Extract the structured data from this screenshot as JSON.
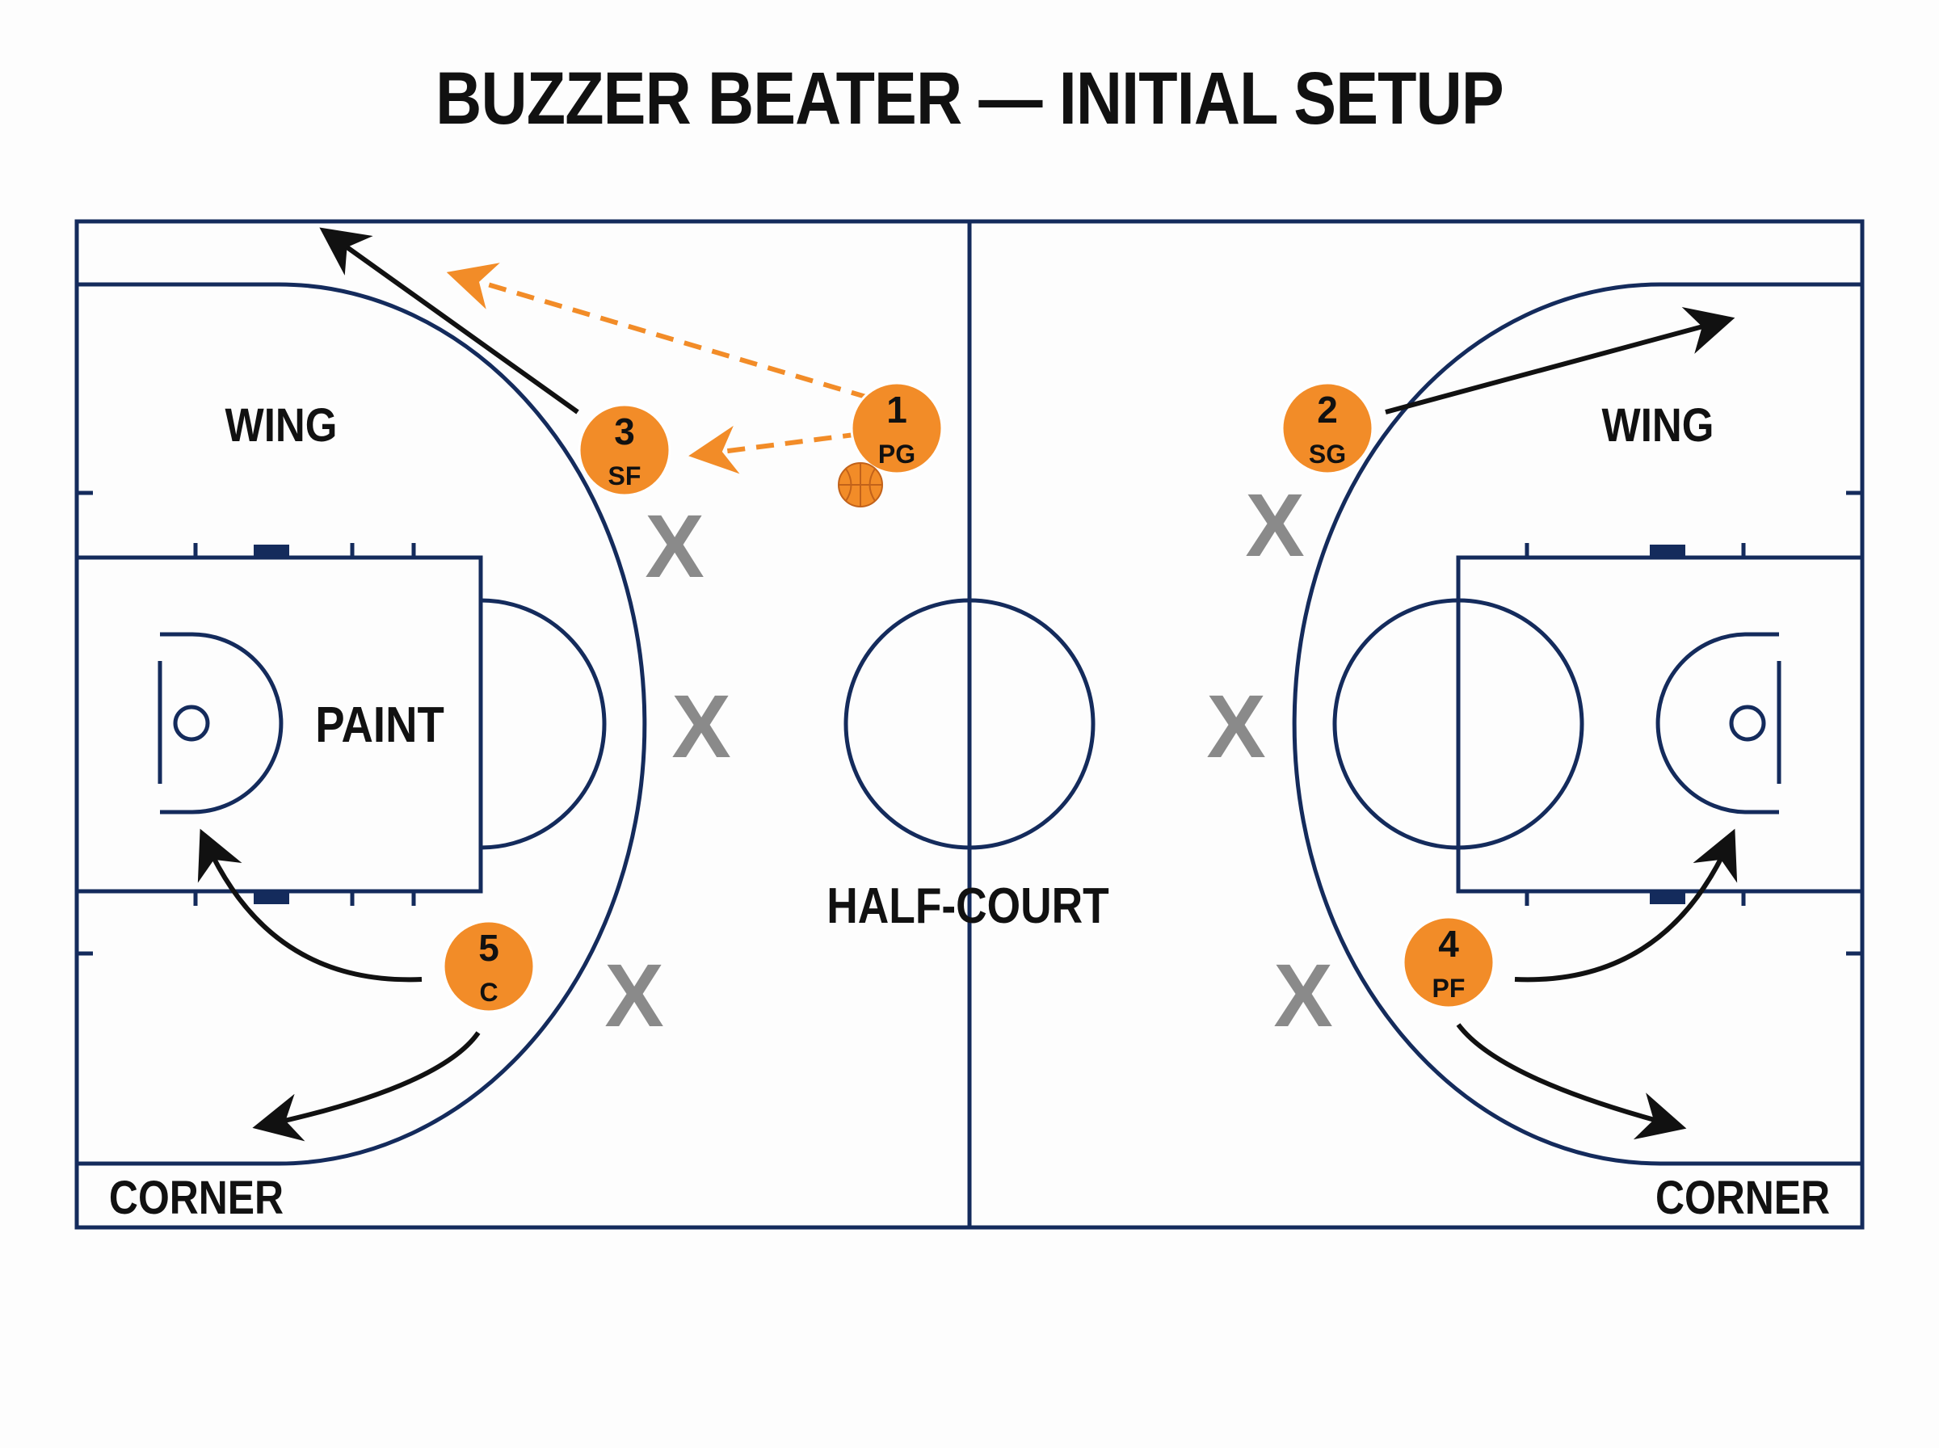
{
  "title": "BUZZER BEATER — INITIAL SETUP",
  "colors": {
    "court_line": "#142b5c",
    "player_fill": "#f28c28",
    "pass_arrow": "#f28c28",
    "cut_arrow": "#111111",
    "defender": "#8a8a8a",
    "background": "#fdfdfd"
  },
  "labels": {
    "wing_left": "WING",
    "wing_right": "WING",
    "paint": "PAINT",
    "half_court": "HALF-COURT",
    "corner_left": "CORNER",
    "corner_right": "CORNER"
  },
  "players": [
    {
      "number": "1",
      "position": "PG",
      "has_ball": true
    },
    {
      "number": "2",
      "position": "SG",
      "has_ball": false
    },
    {
      "number": "3",
      "position": "SF",
      "has_ball": false
    },
    {
      "number": "4",
      "position": "PF",
      "has_ball": false
    },
    {
      "number": "5",
      "position": "C",
      "has_ball": false
    }
  ],
  "defenders": [
    "X",
    "X",
    "X",
    "X",
    "X",
    "X"
  ],
  "icons": {
    "ball": "basketball-icon",
    "pass": "dashed-arrow-icon",
    "cut": "solid-arrow-icon"
  }
}
